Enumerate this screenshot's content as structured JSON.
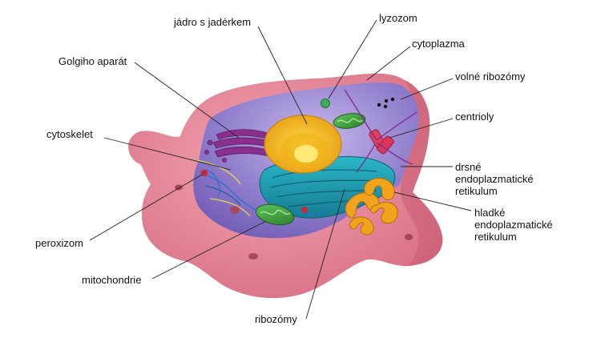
{
  "labels": {
    "jadro": "jádro s jadérkem",
    "lyzozom": "lyzozom",
    "cytoplazma": "cytoplazma",
    "golgi": "Golgiho aparát",
    "volne_ribozomy": "volné ribozómy",
    "centrioly": "centrioly",
    "cytoskelet": "cytoskelet",
    "drsne": [
      "drsné",
      "endoplazmatické",
      "retikulum"
    ],
    "hladke": [
      "hladké",
      "endoplazmatické",
      "retikulum"
    ],
    "peroxizom": "peroxizom",
    "mitochondrie": "mitochondrie",
    "ribozomy": "ribozómy"
  },
  "colors": {
    "membrane": "#e8899a",
    "membrane_dark": "#c9606f",
    "cytoplasm": "#8a76c4",
    "cytoplasm_light": "#b9a8e2",
    "nucleus": "#f4c21a",
    "nucleolus": "#ffe66b",
    "rough_er": "#1a9bb0",
    "smooth_er": "#f2a31c",
    "golgi": "#8a2f8e",
    "mitochondria": "#3c9a3e",
    "leader_line": "#222222"
  }
}
